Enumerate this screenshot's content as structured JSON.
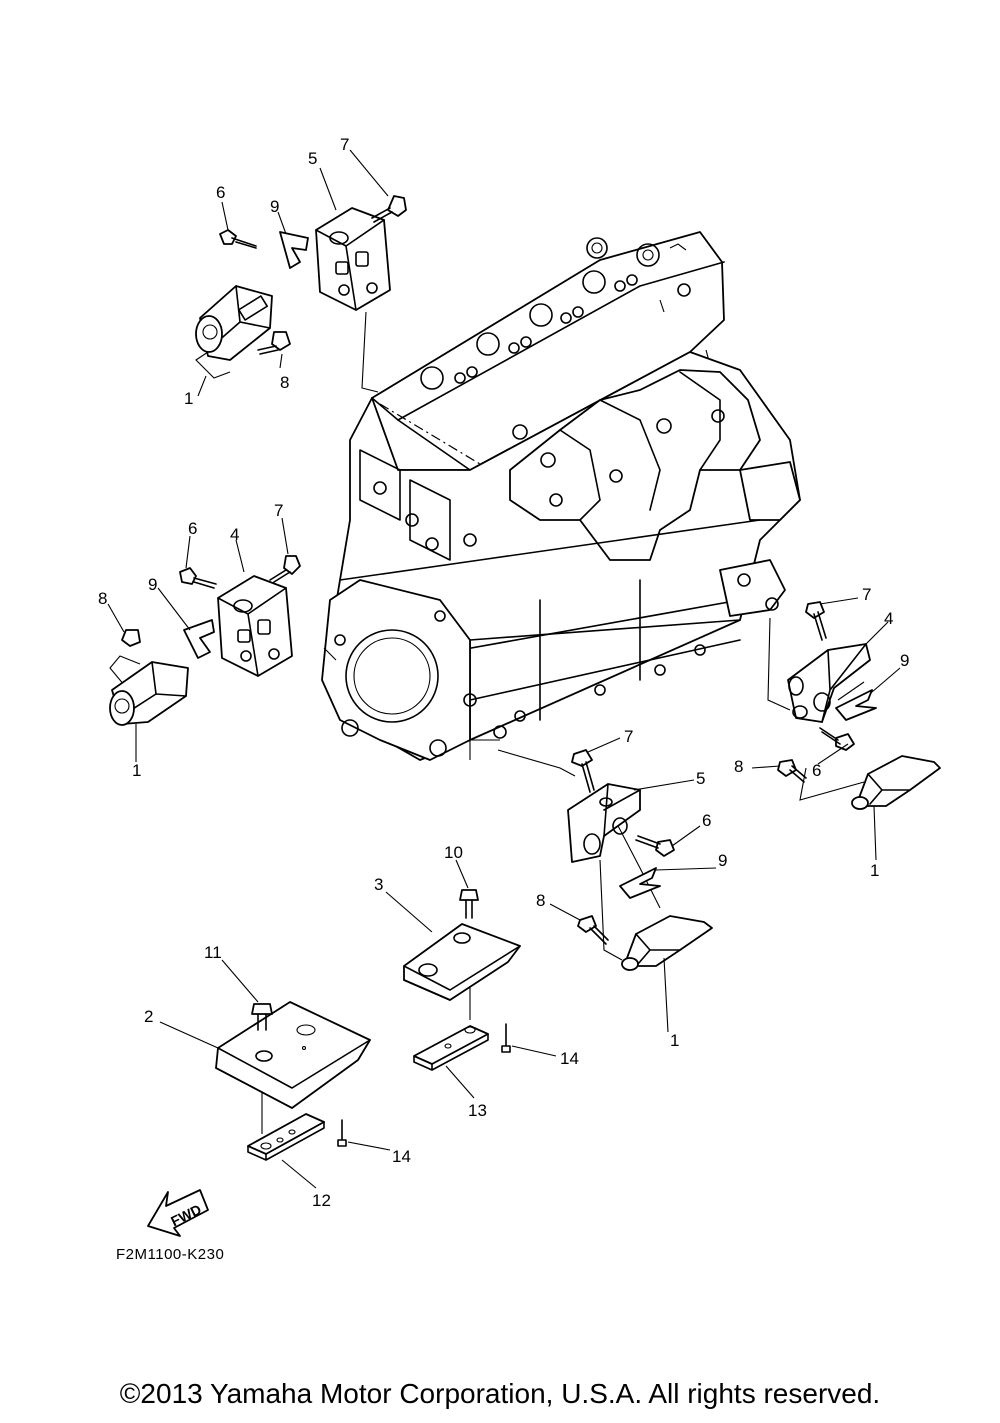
{
  "callouts": {
    "c1": "1",
    "c2": "1",
    "c3": "1",
    "c4": "1",
    "c5": "2",
    "c6": "3",
    "c7": "4",
    "c8": "4",
    "c9": "5",
    "c10": "5",
    "c11": "6",
    "c12": "6",
    "c13": "6",
    "c14": "6",
    "c15": "7",
    "c16": "7",
    "c17": "7",
    "c18": "7",
    "c19": "8",
    "c20": "8",
    "c21": "8",
    "c22": "8",
    "c23": "9",
    "c24": "9",
    "c25": "9",
    "c26": "9",
    "c27": "10",
    "c28": "11",
    "c29": "12",
    "c30": "13",
    "c31": "14",
    "c32": "14"
  },
  "fwd_label": "FWD",
  "diagram_code": "F2M1100-K230",
  "copyright": "©2013 Yamaha Motor Corporation, U.S.A. All rights reserved."
}
